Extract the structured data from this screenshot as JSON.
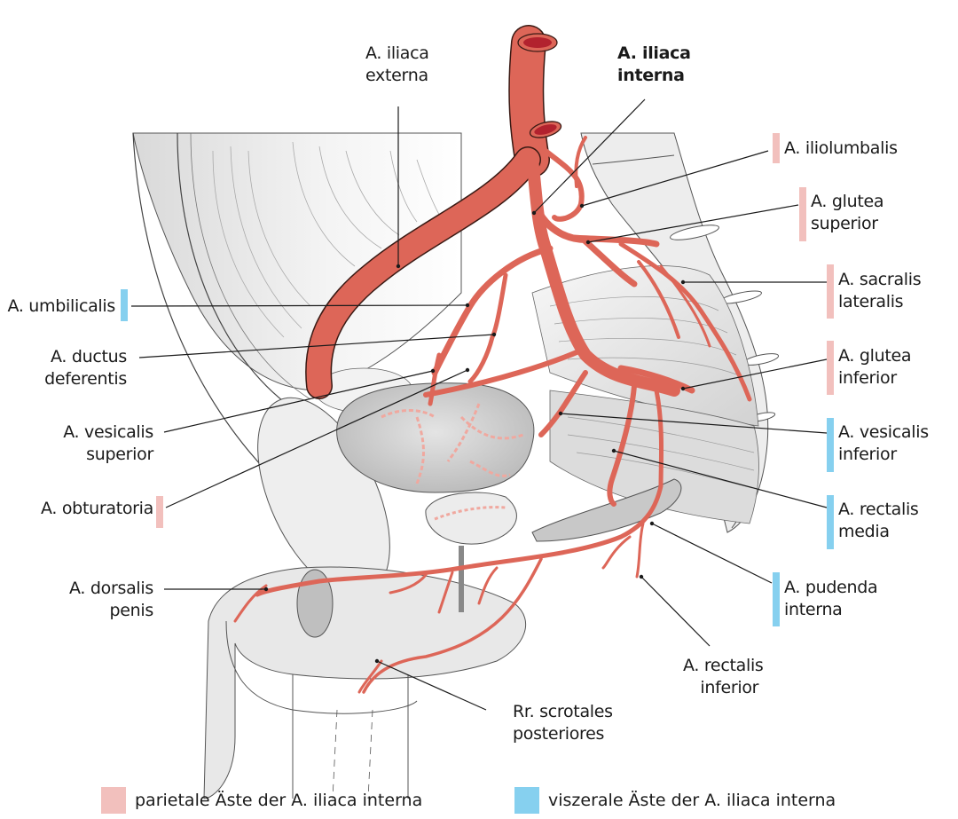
{
  "figure": {
    "colors": {
      "artery": "#dd6658",
      "artery_lumen": "#b2222e",
      "parietal": "#f2c0bd",
      "visceral": "#86d0ef",
      "tissue": "#e6e6e6",
      "bladder": "#c9c9c9"
    },
    "labels": {
      "iliaca_externa": {
        "line1": "A. iliaca",
        "line2": "externa"
      },
      "iliaca_interna": {
        "line1": "A. iliaca",
        "line2": "interna"
      },
      "iliolumbalis": {
        "line1": "A. iliolumbalis",
        "category": "parietal"
      },
      "glutea_superior": {
        "line1": "A. glutea",
        "line2": "superior",
        "category": "parietal"
      },
      "sacralis_lateralis": {
        "line1": "A. sacralis",
        "line2": "lateralis",
        "category": "parietal"
      },
      "glutea_inferior": {
        "line1": "A. glutea",
        "line2": "inferior",
        "category": "parietal"
      },
      "vesicalis_inferior": {
        "line1": "A. vesicalis",
        "line2": "inferior",
        "category": "visceral"
      },
      "rectalis_media": {
        "line1": "A. rectalis",
        "line2": "media",
        "category": "visceral"
      },
      "pudenda_interna": {
        "line1": "A. pudenda",
        "line2": "interna",
        "category": "visceral"
      },
      "rectalis_inferior": {
        "line1": "A. rectalis",
        "line2": "inferior"
      },
      "scrotales_posteriores": {
        "line1": "Rr. scrotales",
        "line2": "posteriores"
      },
      "umbilicalis": {
        "line1": "A. umbilicalis",
        "category": "visceral"
      },
      "ductus_deferentis": {
        "line1": "A. ductus",
        "line2": "deferentis"
      },
      "vesicalis_superior": {
        "line1": "A. vesicalis",
        "line2": "superior"
      },
      "obturatoria": {
        "line1": "A. obturatoria",
        "category": "parietal"
      },
      "dorsalis_penis": {
        "line1": "A. dorsalis",
        "line2": "penis"
      }
    },
    "legend": [
      {
        "label": "parietale Äste der A. iliaca interna",
        "category": "parietal"
      },
      {
        "label": "viszerale Äste der A. iliaca interna",
        "category": "visceral"
      }
    ]
  }
}
